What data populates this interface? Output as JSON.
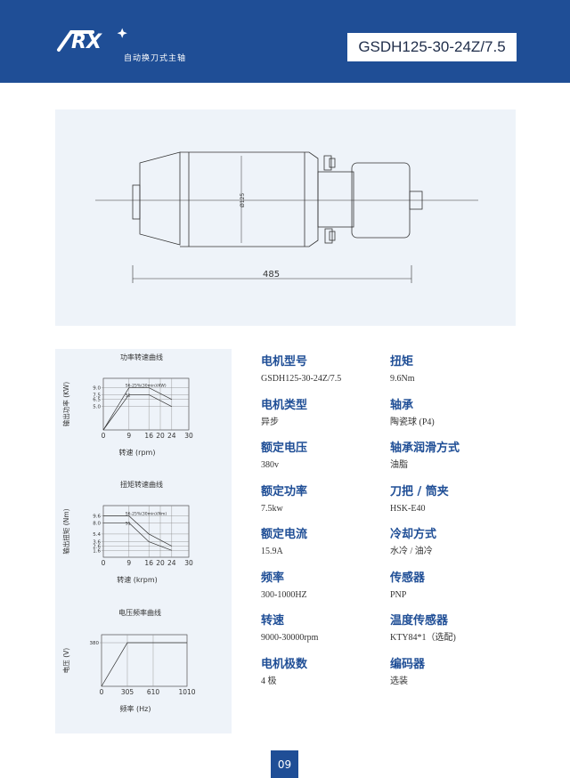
{
  "brand": {
    "logo_text": "RX",
    "subtitle": "自动换刀式主轴",
    "model_code": "GSDH125-30-24Z/7.5",
    "colors": {
      "primary": "#1f4e96",
      "background": "#eef3f9"
    }
  },
  "drawing": {
    "diameter_label": "Ø125",
    "length_label": "485"
  },
  "charts": {
    "power": {
      "title": "功率转速曲线",
      "ylabel": "输出功率 (KW)",
      "xlabel": "转速 (rpm)",
      "xticks": [
        "0",
        "9",
        "16",
        "20",
        "24",
        "30"
      ],
      "yticks": [
        "9.0",
        "7.5",
        "6.5",
        "5.0"
      ],
      "annotation": "S6-25%(30min)(KW)",
      "annotation2": "S1"
    },
    "torque": {
      "title": "扭矩转速曲线",
      "ylabel": "输出扭矩 (Nm)",
      "xlabel": "转速 (krpm)",
      "xticks": [
        "0",
        "9",
        "16",
        "20",
        "24",
        "30"
      ],
      "yticks": [
        "9.6",
        "8.0",
        "5.4",
        "3.6",
        "2.6",
        "1.6"
      ],
      "annotation": "S6-25%(30min)(Nm)",
      "annotation2": "S1"
    },
    "voltage": {
      "title": "电压频率曲线",
      "ylabel": "电压 (V)",
      "xlabel": "频率 (Hz)",
      "xticks": [
        "0",
        "305",
        "610",
        "1010"
      ],
      "yticks": [
        "380"
      ]
    }
  },
  "chart_data": [
    {
      "type": "line",
      "title": "功率转速曲线",
      "xlabel": "转速 (rpm)",
      "ylabel": "输出功率 (KW)",
      "xlim": [
        0,
        30
      ],
      "ylim": [
        0,
        11
      ],
      "series": [
        {
          "name": "S6-25%(30min)",
          "x": [
            0,
            9,
            16,
            24
          ],
          "y": [
            0,
            9.0,
            9.0,
            6.5
          ]
        },
        {
          "name": "S1",
          "x": [
            0,
            9,
            16,
            24
          ],
          "y": [
            0,
            7.5,
            7.5,
            5.0
          ]
        }
      ]
    },
    {
      "type": "line",
      "title": "扭矩转速曲线",
      "xlabel": "转速 (krpm)",
      "ylabel": "输出扭矩 (Nm)",
      "xlim": [
        0,
        30
      ],
      "ylim": [
        0,
        12
      ],
      "series": [
        {
          "name": "S6-25%(30min)",
          "x": [
            0,
            9,
            16,
            24
          ],
          "y": [
            9.6,
            9.6,
            5.4,
            2.6
          ]
        },
        {
          "name": "S1",
          "x": [
            0,
            9,
            16,
            24
          ],
          "y": [
            8.0,
            8.0,
            3.6,
            1.6
          ]
        }
      ]
    },
    {
      "type": "line",
      "title": "电压频率曲线",
      "xlabel": "频率 (Hz)",
      "ylabel": "电压 (V)",
      "xlim": [
        0,
        1010
      ],
      "ylim": [
        0,
        450
      ],
      "series": [
        {
          "x": [
            0,
            305,
            1010
          ],
          "y": [
            0,
            380,
            380
          ]
        }
      ]
    }
  ],
  "specs": {
    "left": [
      {
        "label": "电机型号",
        "value": "GSDH125-30-24Z/7.5"
      },
      {
        "label": "电机类型",
        "value": "异步"
      },
      {
        "label": "额定电压",
        "value": "380v"
      },
      {
        "label": "额定功率",
        "value": "7.5kw"
      },
      {
        "label": "额定电流",
        "value": "15.9A"
      },
      {
        "label": "频率",
        "value": "300-1000HZ"
      },
      {
        "label": "转速",
        "value": "9000-30000rpm"
      },
      {
        "label": "电机极数",
        "value": "4 极"
      }
    ],
    "right": [
      {
        "label": "扭矩",
        "value": "9.6Nm"
      },
      {
        "label": "轴承",
        "value": "陶瓷球 (P4)"
      },
      {
        "label": "轴承润滑方式",
        "value": "油脂"
      },
      {
        "label": "刀把 / 筒夹",
        "value": "HSK-E40"
      },
      {
        "label": "冷却方式",
        "value": "水冷 / 油冷"
      },
      {
        "label": "传感器",
        "value": "PNP"
      },
      {
        "label": "温度传感器",
        "value": "KTY84*1（选配)"
      },
      {
        "label": "编码器",
        "value": "选装"
      }
    ]
  },
  "page": {
    "number": "09"
  }
}
